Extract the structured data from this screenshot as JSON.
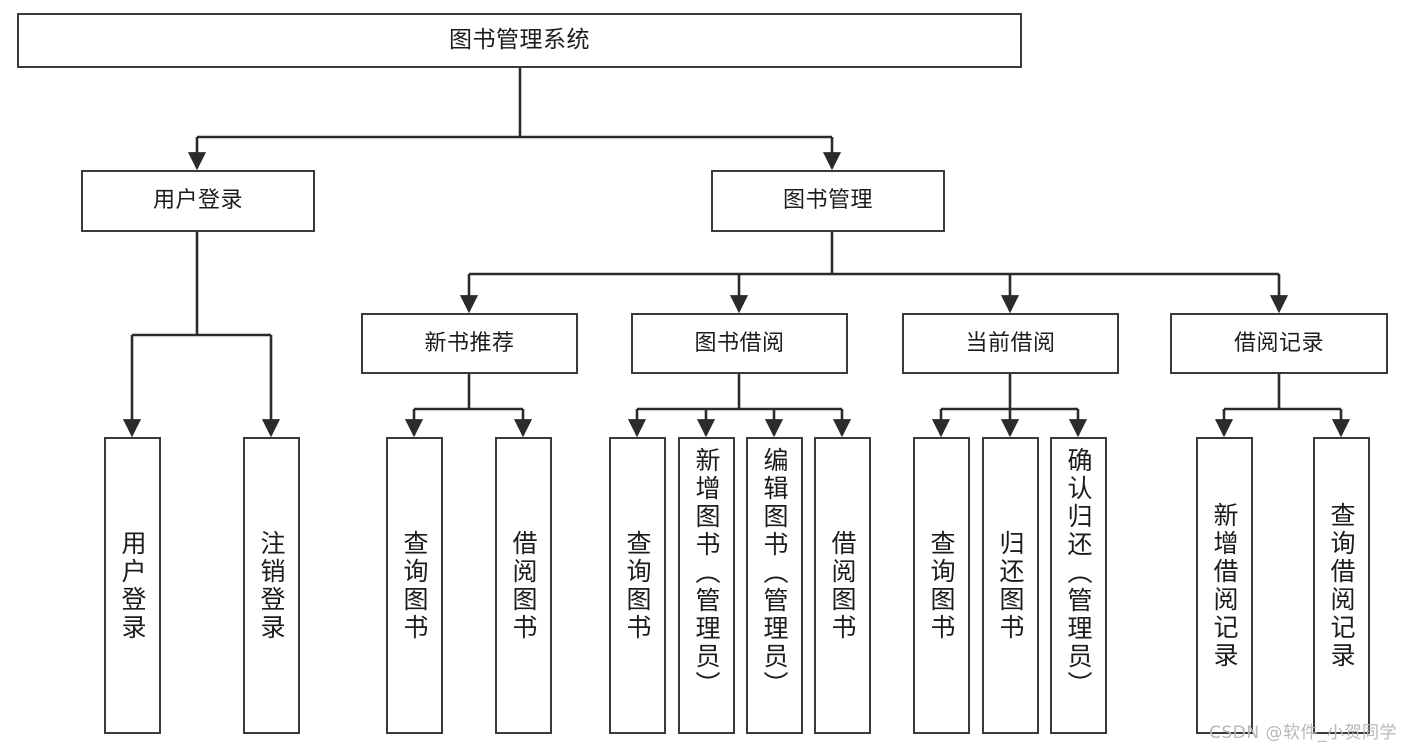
{
  "diagram": {
    "type": "tree",
    "title": "图书管理系统",
    "orientation": "top-down",
    "colors": {
      "box_border": "#3a3a3a",
      "box_fill": "#ffffff",
      "edge": "#2b2b2b",
      "text": "#1c1c1c",
      "watermark": "#b8b8b8"
    },
    "watermark": "CSDN @软件_小贺同学",
    "nodes": {
      "root": {
        "label": "图书管理系统",
        "level": 0
      },
      "level2": [
        {
          "id": "user-login",
          "label": "用户登录"
        },
        {
          "id": "book-management",
          "label": "图书管理"
        }
      ],
      "level3": [
        {
          "id": "new-book-recommend",
          "label": "新书推荐",
          "parent": "book-management"
        },
        {
          "id": "book-borrow",
          "label": "图书借阅",
          "parent": "book-management"
        },
        {
          "id": "current-borrow",
          "label": "当前借阅",
          "parent": "book-management"
        },
        {
          "id": "borrow-record",
          "label": "借阅记录",
          "parent": "book-management"
        }
      ],
      "leaves": [
        {
          "id": "leaf-user-login",
          "label": "用户登录",
          "parent": "user-login",
          "vertical": true
        },
        {
          "id": "leaf-logout-login",
          "label": "注销登录",
          "parent": "user-login",
          "vertical": true
        },
        {
          "id": "leaf-query-book-1",
          "label": "查询图书",
          "parent": "new-book-recommend",
          "vertical": true
        },
        {
          "id": "leaf-borrow-book-1",
          "label": "借阅图书",
          "parent": "new-book-recommend",
          "vertical": true
        },
        {
          "id": "leaf-query-book-2",
          "label": "查询图书",
          "parent": "book-borrow",
          "vertical": true
        },
        {
          "id": "leaf-add-book",
          "label": "新增图书（管理员）",
          "parent": "book-borrow",
          "vertical": true
        },
        {
          "id": "leaf-edit-book",
          "label": "编辑图书（管理员）",
          "parent": "book-borrow",
          "vertical": true
        },
        {
          "id": "leaf-borrow-book-2",
          "label": "借阅图书",
          "parent": "book-borrow",
          "vertical": true
        },
        {
          "id": "leaf-query-book-3",
          "label": "查询图书",
          "parent": "current-borrow",
          "vertical": true
        },
        {
          "id": "leaf-return-book",
          "label": "归还图书",
          "parent": "current-borrow",
          "vertical": true
        },
        {
          "id": "leaf-confirm-return",
          "label": "确认归还（管理员）",
          "parent": "current-borrow",
          "vertical": true
        },
        {
          "id": "leaf-add-record",
          "label": "新增借阅记录",
          "parent": "borrow-record",
          "vertical": true
        },
        {
          "id": "leaf-query-record",
          "label": "查询借阅记录",
          "parent": "borrow-record",
          "vertical": true
        }
      ]
    }
  }
}
